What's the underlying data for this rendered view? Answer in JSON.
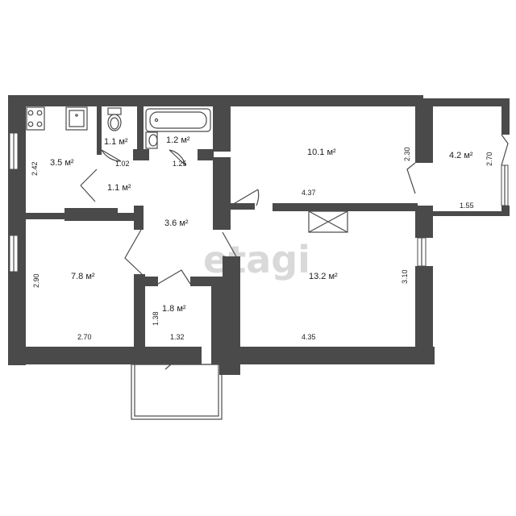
{
  "watermark": "etagi",
  "rooms": [
    {
      "id": "kitchen",
      "area": "3.5 м²"
    },
    {
      "id": "toilet",
      "area": "1.1 м²"
    },
    {
      "id": "bathroom",
      "area": "1.2 м²"
    },
    {
      "id": "room-top",
      "area": "10.1 м²"
    },
    {
      "id": "balcony-right",
      "area": "4.2 м²"
    },
    {
      "id": "corridor-small",
      "area": "1.1 м²"
    },
    {
      "id": "hall",
      "area": "3.6 м²"
    },
    {
      "id": "room-left",
      "area": "7.8 м²"
    },
    {
      "id": "room-big",
      "area": "13.2 м²"
    },
    {
      "id": "entry",
      "area": "1.8 м²"
    }
  ],
  "dimensions": {
    "kitchen_height": "2.42",
    "toilet_width": "1.02",
    "bath_width": "1.25",
    "room_top_width": "4.37",
    "room_top_height": "2.30",
    "balcony_height": "2.70",
    "balcony_width": "1.55",
    "room_left_height": "2.90",
    "room_left_width": "2.70",
    "room_big_height": "3.10",
    "room_big_width": "4.35",
    "entry_height": "1.38",
    "entry_width": "1.32"
  }
}
